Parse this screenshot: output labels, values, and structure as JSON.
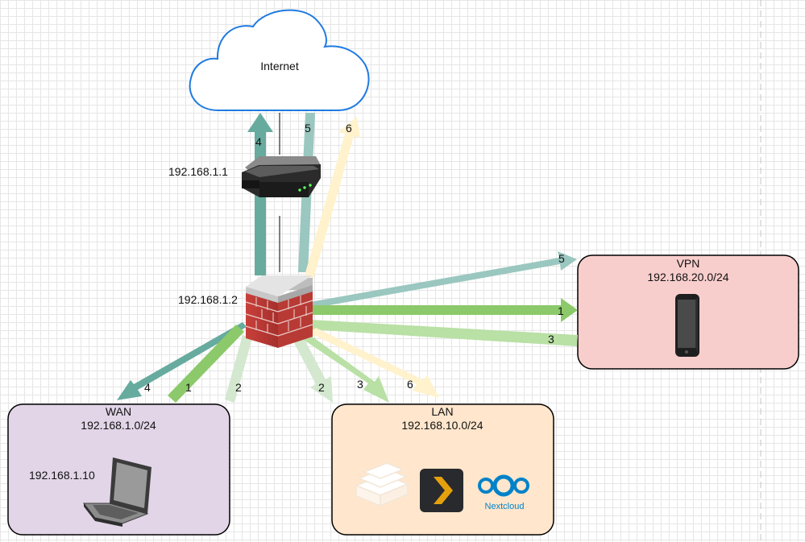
{
  "cloud": {
    "label": "Internet"
  },
  "router": {
    "ip": "192.168.1.1"
  },
  "firewall": {
    "ip": "192.168.1.2"
  },
  "zones": {
    "wan": {
      "title": "WAN",
      "subnet": "192.168.1.0/24",
      "host_ip": "192.168.1.10"
    },
    "lan": {
      "title": "LAN",
      "subnet": "192.168.10.0/24",
      "nextcloud_label": "Nextcloud"
    },
    "vpn": {
      "title": "VPN",
      "subnet": "192.168.20.0/24"
    }
  },
  "flows": {
    "f4_up": "4",
    "f5_up": "5",
    "f6_up": "6",
    "f5_vpn": "5",
    "f1_vpn": "1",
    "f3_vpn": "3",
    "f4_wan": "4",
    "f1_wan": "1",
    "f2_wan": "2",
    "f2_lan": "2",
    "f3_lan": "3",
    "f6_lan": "6"
  },
  "colors": {
    "flow1": "#8cc96a",
    "flow2": "#d3e8cf",
    "flow3": "#b9e0a5",
    "flow4": "#67ab9f",
    "flow5": "#9ac7bf",
    "flow6": "#fff2cc",
    "wan_fill": "#e1d5e7",
    "lan_fill": "#ffe6cc",
    "vpn_fill": "#f8cecc",
    "cloud_stroke": "#1f7ae0"
  }
}
